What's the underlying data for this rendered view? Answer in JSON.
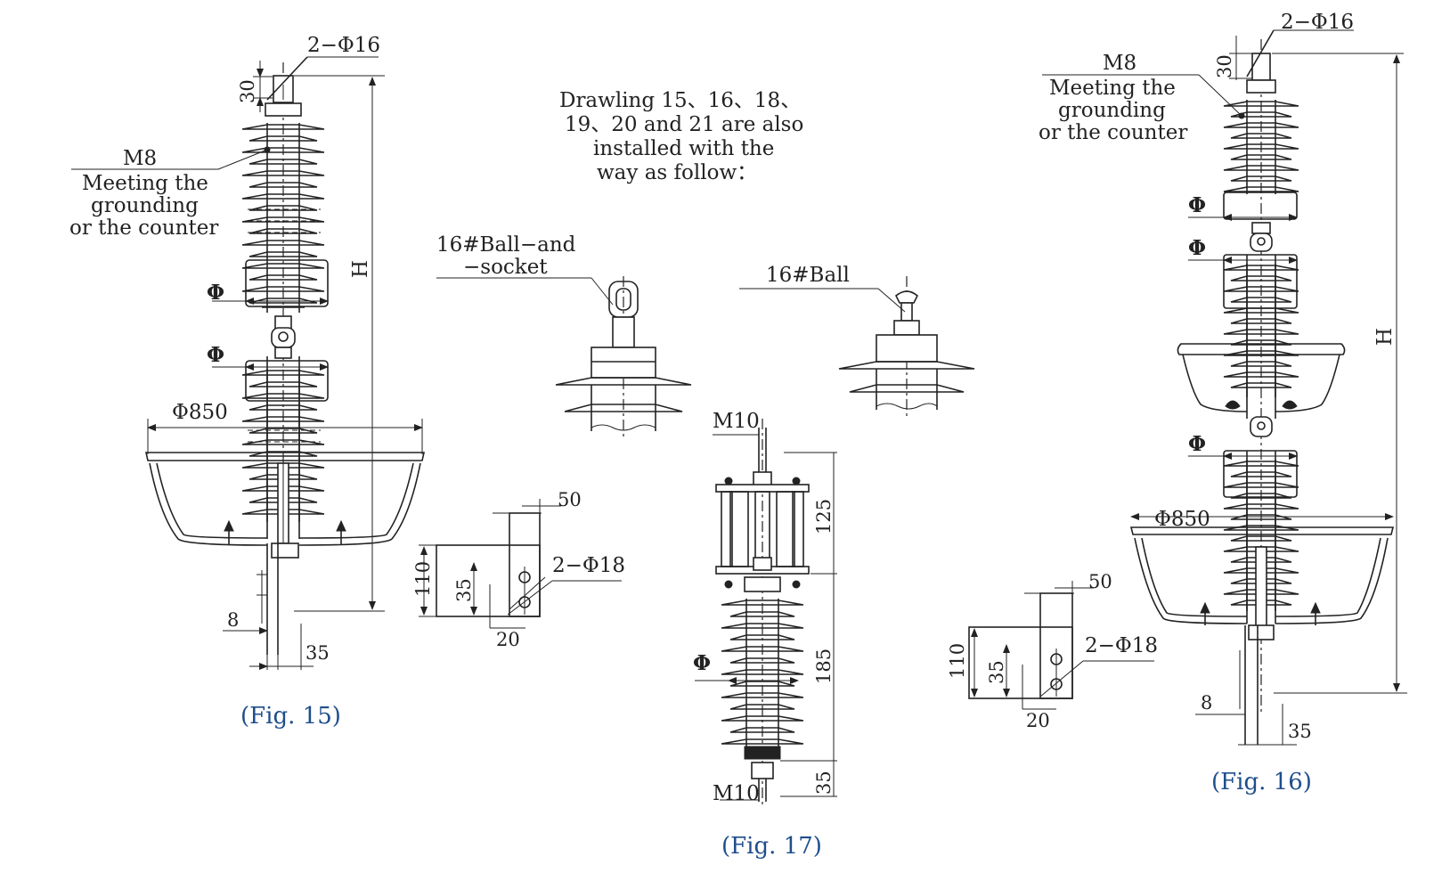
{
  "note": [
    "Drawling 15、16、18、",
    "19、20 and 21 are also",
    "installed with the",
    "way as follow："
  ],
  "fig15": {
    "caption": "(Fig. 15)",
    "hole_label": "2−Φ16",
    "dim_30": "30",
    "m8": "M8",
    "m8_note": [
      "Meeting the",
      "grounding",
      "or the counter"
    ],
    "phi": "Φ",
    "phi2": "Φ",
    "phi850": "Φ850",
    "height": "H",
    "dim_8": "8",
    "dim_35": "35"
  },
  "bracket_left": {
    "dim_50": "50",
    "dim_110": "110",
    "dim_35": "35",
    "holes": "2−Φ18",
    "dim_20": "20"
  },
  "ball_socket": {
    "label": [
      "16#Ball−and",
      "−socket"
    ]
  },
  "ball": {
    "label": "16#Ball"
  },
  "fig17": {
    "caption": "(Fig. 17)",
    "m10_top": "M10",
    "m10_bottom": "M10",
    "dim_125": "125",
    "dim_185": "185",
    "dim_35": "35",
    "phi": "Φ"
  },
  "bracket_right": {
    "dim_50": "50",
    "dim_110": "110",
    "dim_35": "35",
    "holes": "2−Φ18",
    "dim_20": "20"
  },
  "fig16": {
    "caption": "(Fig. 16)",
    "hole_label": "2−Φ16",
    "dim_30": "30",
    "m8": "M8",
    "m8_note": [
      "Meeting the",
      "grounding",
      "or the counter"
    ],
    "phi_a": "Φ",
    "phi_b": "Φ",
    "phi_c": "Φ",
    "phi850": "Φ850",
    "height": "H",
    "dim_8": "8",
    "dim_35": "35"
  }
}
